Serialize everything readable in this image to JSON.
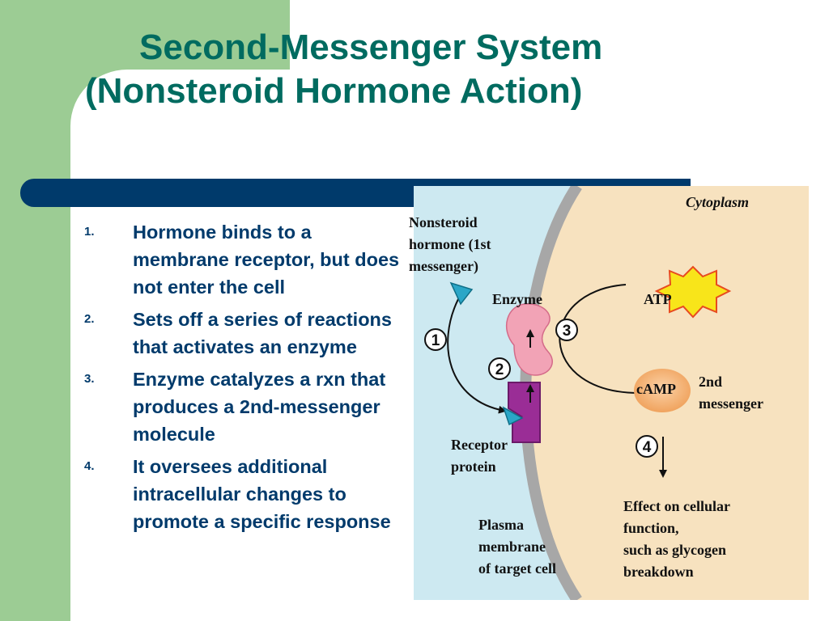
{
  "title": {
    "line1": "Second-Messenger System",
    "line2": "(Nonsteroid Hormone Action)"
  },
  "steps": [
    {
      "number": "1.",
      "text": "Hormone binds to a membrane receptor, but does not enter the cell"
    },
    {
      "number": "2.",
      "text": "Sets off a series of reactions that activates an enzyme"
    },
    {
      "number": "3.",
      "text": "Enzyme catalyzes a rxn that produces a 2nd-messenger molecule"
    },
    {
      "number": "4.",
      "text": "It oversees additional intracellular changes to promote a specific response"
    }
  ],
  "figure": {
    "cytoplasm": "Cytoplasm",
    "hormone": [
      "Nonsteroid",
      "hormone (1st",
      "messenger)"
    ],
    "enzyme": "Enzyme",
    "atp": "ATP",
    "camp": "cAMP",
    "second_messenger": [
      "2nd",
      "messenger"
    ],
    "receptor": [
      "Receptor",
      "protein"
    ],
    "membrane": [
      "Plasma",
      "membrane",
      "of target cell"
    ],
    "effect": [
      "Effect on cellular",
      "function,",
      "such as glycogen",
      "breakdown"
    ],
    "step_markers": [
      "1",
      "2",
      "3",
      "4"
    ]
  },
  "colors": {
    "title": "#006b60",
    "text": "#003a6b",
    "green_bar": "#9ccc94",
    "blue_bar": "#003a6b",
    "extracellular": "#cde9f1",
    "cytoplasm": "#f7e2bf",
    "membrane": "#a7a7a7",
    "receptor": "#9a2d96",
    "enzyme": "#f2a3b6",
    "hormone": "#2aa6c7",
    "atp": "#f8e51a",
    "camp": "#f0a35e"
  }
}
